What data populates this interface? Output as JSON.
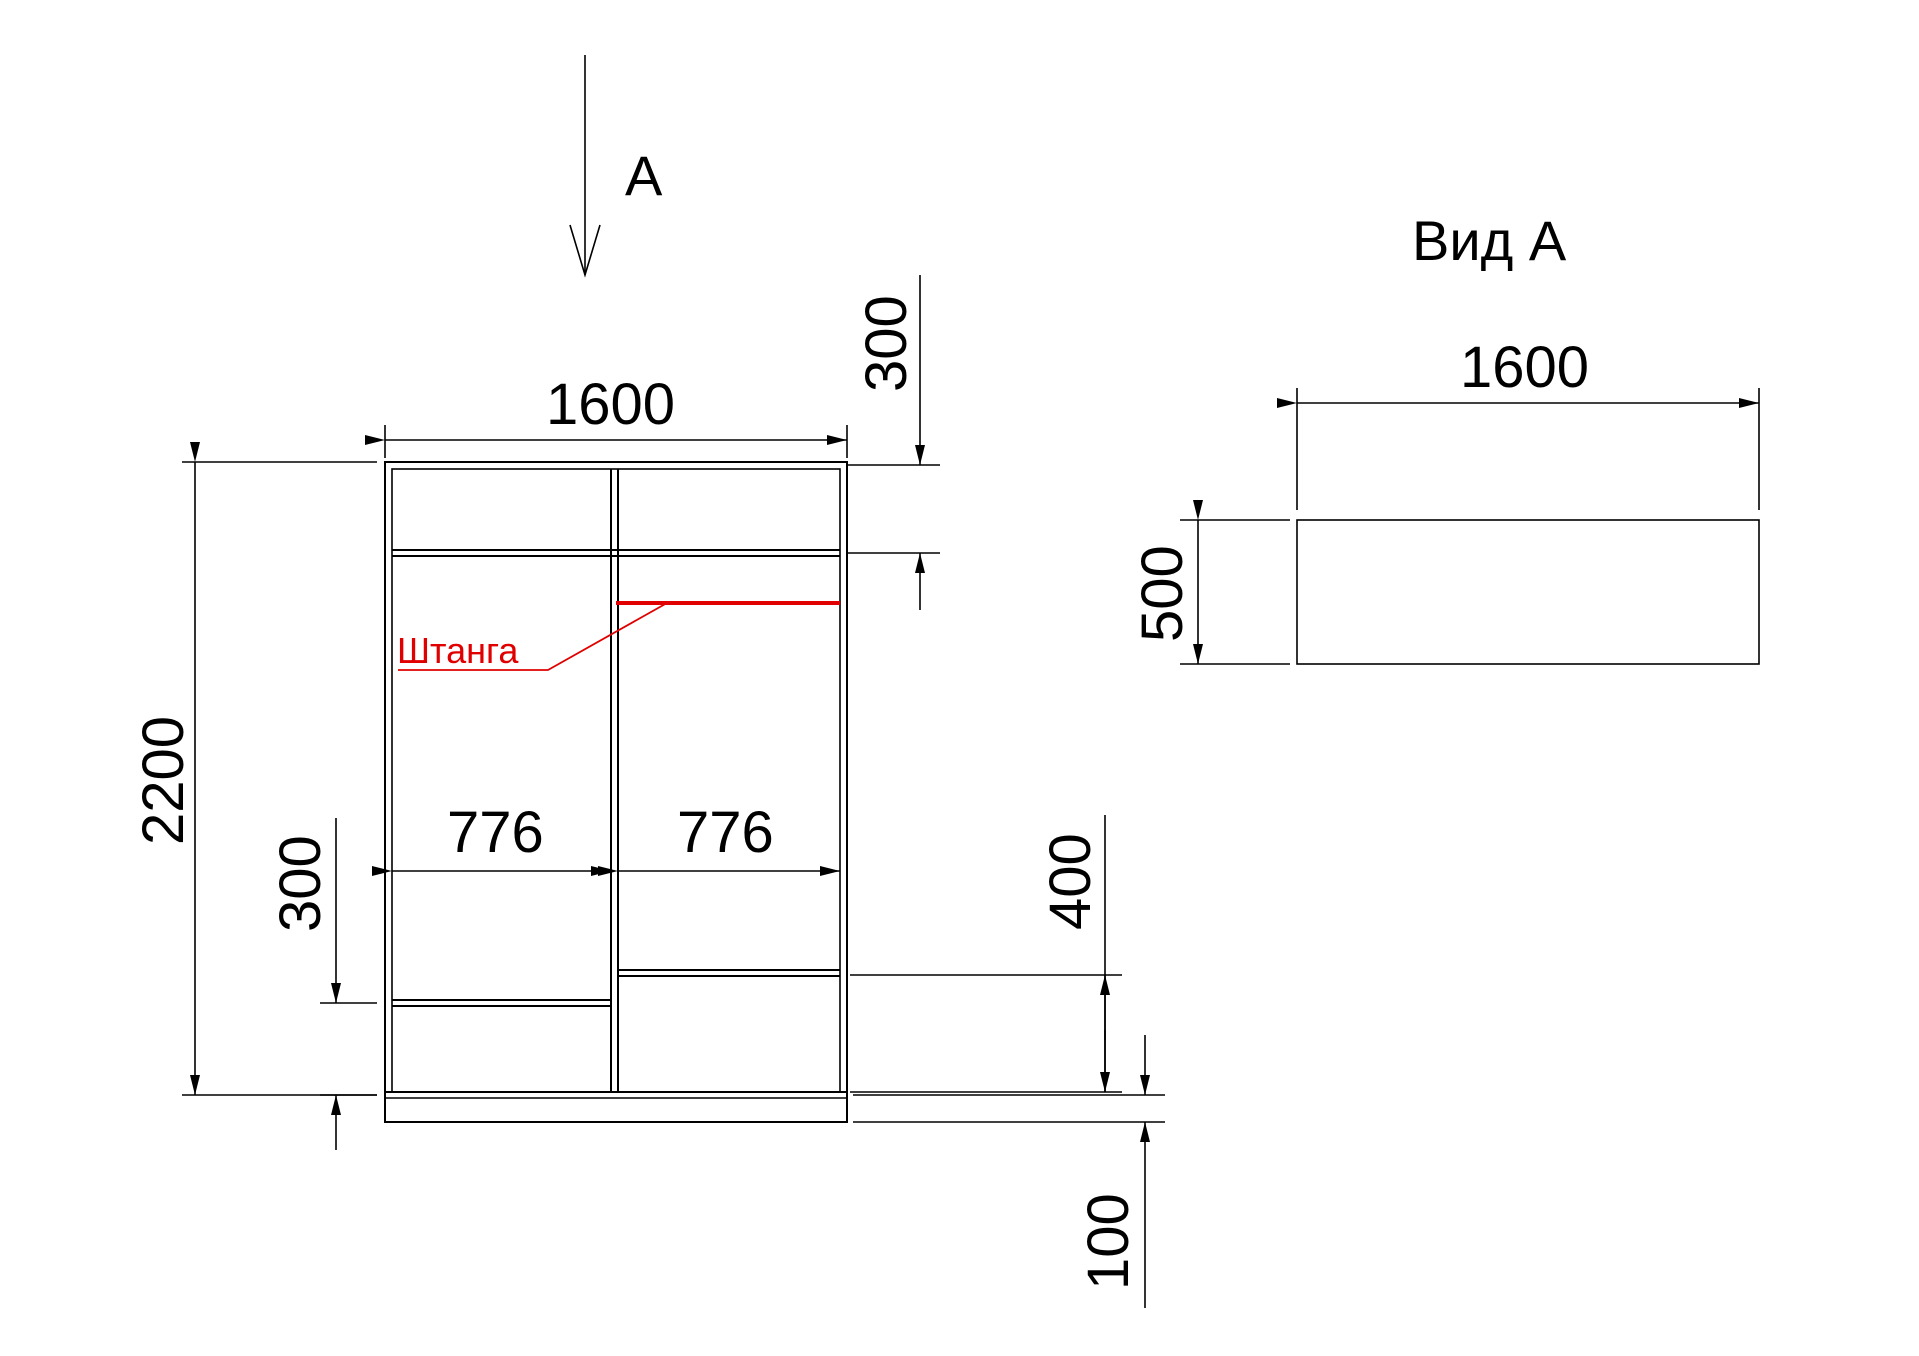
{
  "view_arrow_label": "А",
  "view_title": "Вид А",
  "rod_label": "Штанга",
  "dims": {
    "overall_width": "1600",
    "overall_height": "2200",
    "top_shelf": "300",
    "left_bottom": "300",
    "right_bottom": "400",
    "plinth": "100",
    "left_section": "776",
    "right_section": "776",
    "plan_width": "1600",
    "plan_depth": "500"
  },
  "colors": {
    "rod": "#e00000",
    "lines": "#000000"
  }
}
